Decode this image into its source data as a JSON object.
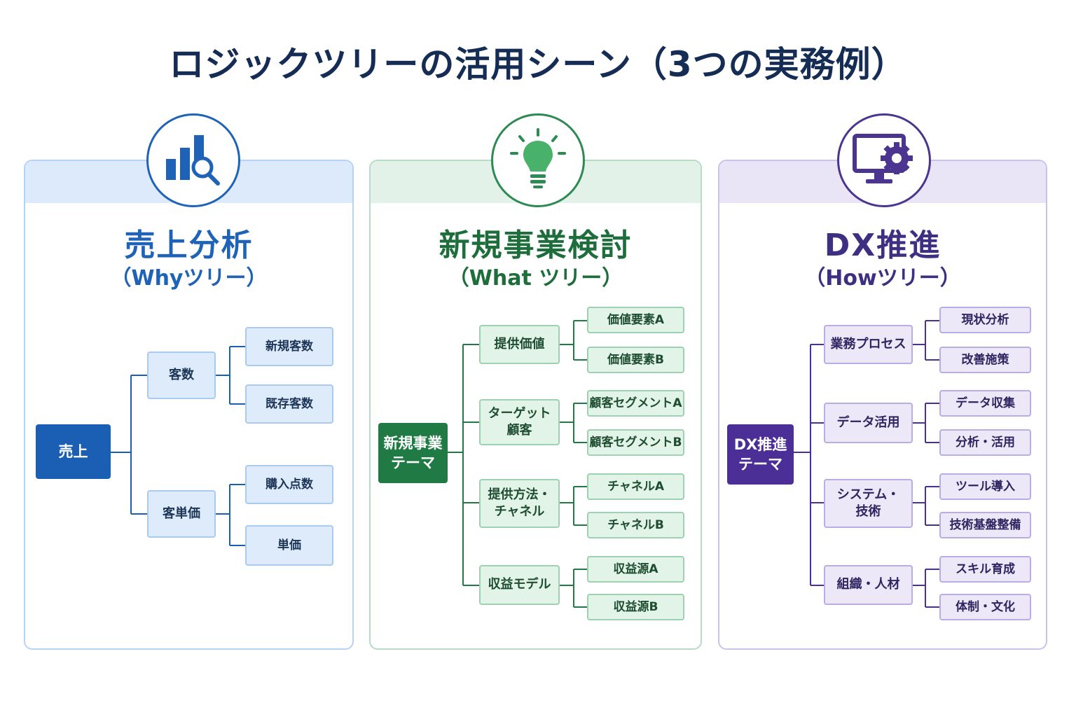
{
  "title": "ロジックツリーの活用シーン（3つの実務例）",
  "panels": [
    {
      "theme": "blue",
      "icon": "bar-chart-search-icon",
      "title": "売上分析",
      "subtitle": "（Whyツリー）",
      "root": "売上",
      "branches": [
        {
          "label": "客数",
          "children": [
            "新規客数",
            "既存客数"
          ]
        },
        {
          "label": "客単価",
          "children": [
            "購入点数",
            "単価"
          ]
        }
      ]
    },
    {
      "theme": "green",
      "icon": "lightbulb-icon",
      "title": "新規事業検討",
      "subtitle": "（What ツリー）",
      "root": "新規事業\nテーマ",
      "branches": [
        {
          "label": "提供価値",
          "children": [
            "価値要素A",
            "価値要素B"
          ]
        },
        {
          "label": "ターゲット\n顧客",
          "children": [
            "顧客セグメントA",
            "顧客セグメントB"
          ]
        },
        {
          "label": "提供方法・\nチャネル",
          "children": [
            "チャネルA",
            "チャネルB"
          ]
        },
        {
          "label": "収益モデル",
          "children": [
            "収益源A",
            "収益源B"
          ]
        }
      ]
    },
    {
      "theme": "purple",
      "icon": "monitor-gear-icon",
      "title": "DX推進",
      "subtitle": "（Howツリー）",
      "root": "DX推進\nテーマ",
      "branches": [
        {
          "label": "業務プロセス",
          "children": [
            "現状分析",
            "改善施策"
          ]
        },
        {
          "label": "データ活用",
          "children": [
            "データ収集",
            "分析・活用"
          ]
        },
        {
          "label": "システム・\n技術",
          "children": [
            "ツール導入",
            "技術基盤整備"
          ]
        },
        {
          "label": "組織・人材",
          "children": [
            "スキル育成",
            "体制・文化"
          ]
        }
      ]
    }
  ],
  "colors": {
    "blue": "#1a5fb4",
    "green": "#1f7a43",
    "purple": "#4c2f96",
    "blue_line": "#1a5fb4",
    "green_line": "#1f7a43",
    "purple_line": "#4c2f96"
  }
}
